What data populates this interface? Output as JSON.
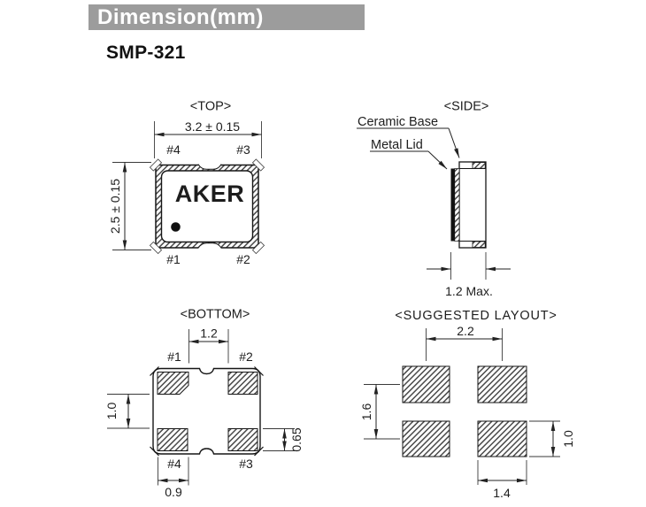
{
  "header": {
    "title": "Dimension(mm)",
    "bg_color": "#9c9c9c",
    "text_color": "#ffffff"
  },
  "part_number": "SMP-321",
  "colors": {
    "line": "#222222",
    "hatch": "#4a4a4a",
    "text": "#1d1d1d"
  },
  "views": {
    "top": {
      "title": "<TOP>",
      "width_dim": "3.2 ± 0.15",
      "height_dim": "2.5 ± 0.15",
      "logo": "AKER",
      "pads": {
        "top_left": "#4",
        "top_right": "#3",
        "bottom_left": "#1",
        "bottom_right": "#2"
      }
    },
    "side": {
      "title": "<SIDE>",
      "callouts": {
        "ceramic_base": "Ceramic Base",
        "metal_lid": "Metal Lid"
      },
      "thickness_dim": "1.2 Max."
    },
    "bottom": {
      "title": "<BOTTOM>",
      "pads": {
        "top_left": "#1",
        "top_right": "#2",
        "bottom_left": "#4",
        "bottom_right": "#3"
      },
      "dims": {
        "pad_col_gap": "1.2",
        "pad_row_gap": "1.0",
        "pad_height": "0.65",
        "pad_width": "0.9"
      }
    },
    "layout": {
      "title": "<SUGGESTED LAYOUT>",
      "dims": {
        "pad_pitch_x": "2.2",
        "pad_pitch_y": "1.6",
        "pad_height": "1.0",
        "pad_width": "1.4"
      }
    }
  }
}
